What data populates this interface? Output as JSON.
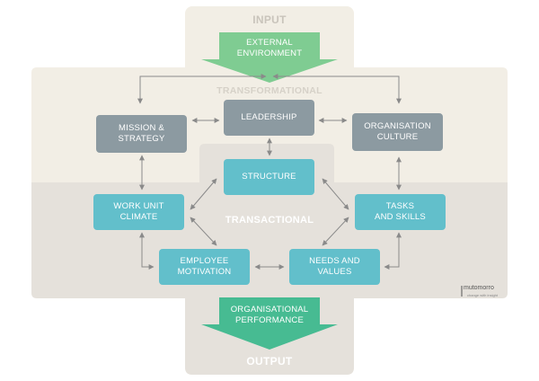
{
  "sections": {
    "input": "INPUT",
    "transformational": "TRANSFORMATIONAL",
    "transactional": "TRANSACTIONAL",
    "output": "OUTPUT"
  },
  "arrows": {
    "input_label": "EXTERNAL\nENVIRONMENT",
    "output_label": "ORGANISATIONAL\nPERFORMANCE"
  },
  "nodes": {
    "leadership": "LEADERSHIP",
    "mission": "MISSION &\nSTRATEGY",
    "culture": "ORGANISATION\nCULTURE",
    "structure": "STRUCTURE",
    "work_unit": "WORK UNIT\nCLIMATE",
    "tasks": "TASKS\nAND SKILLS",
    "motivation": "EMPLOYEE\nMOTIVATION",
    "needs": "NEEDS AND\nVALUES"
  },
  "brand": {
    "name": "mutomorro",
    "tagline": "change with insight"
  },
  "colors": {
    "grey_box": "#8c9aa1",
    "teal_box": "#62bfcb",
    "input_arrow": "#7fcc92",
    "output_arrow": "#47bb92"
  }
}
